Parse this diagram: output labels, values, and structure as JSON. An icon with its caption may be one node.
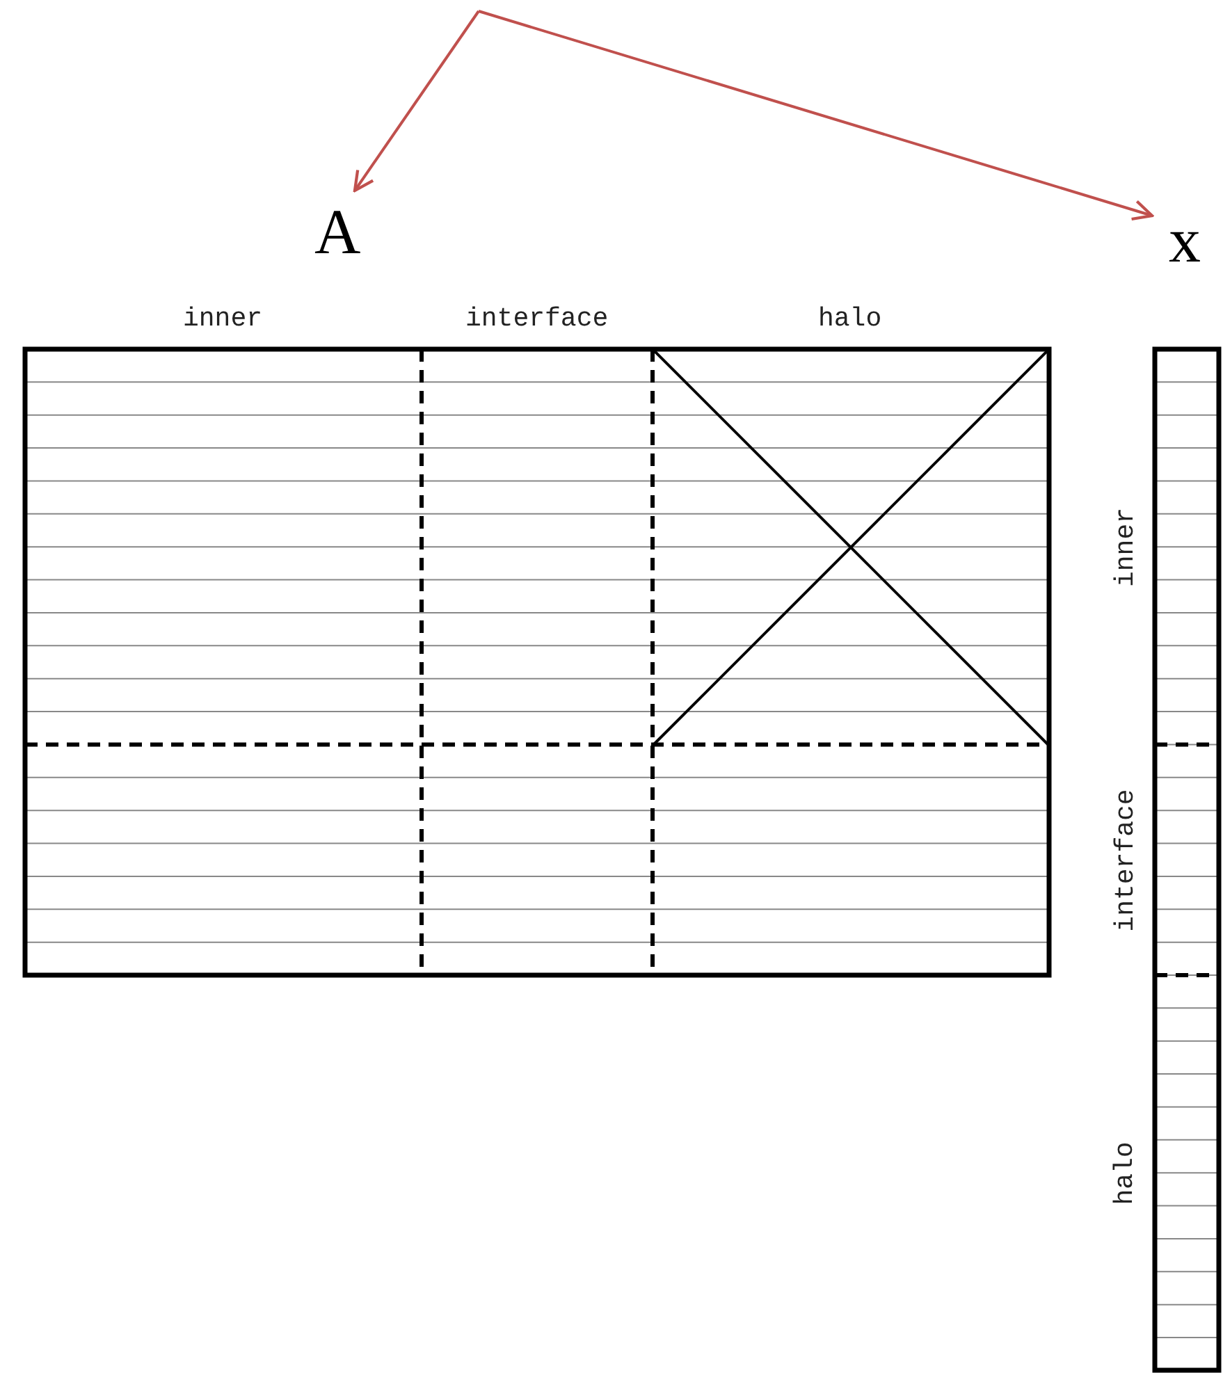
{
  "diagram": {
    "nodes": [
      {
        "text": [
          "A"
        ]
      },
      {
        "text": [
          "x"
        ]
      }
    ],
    "edges": [
      {
        "from": null,
        "to": 0,
        "arrow": "to"
      },
      {
        "from": null,
        "to": 1,
        "arrow": "to"
      }
    ],
    "labels": [
      "inner",
      "interface",
      "halo",
      "inner",
      "interface",
      "halo"
    ]
  }
}
